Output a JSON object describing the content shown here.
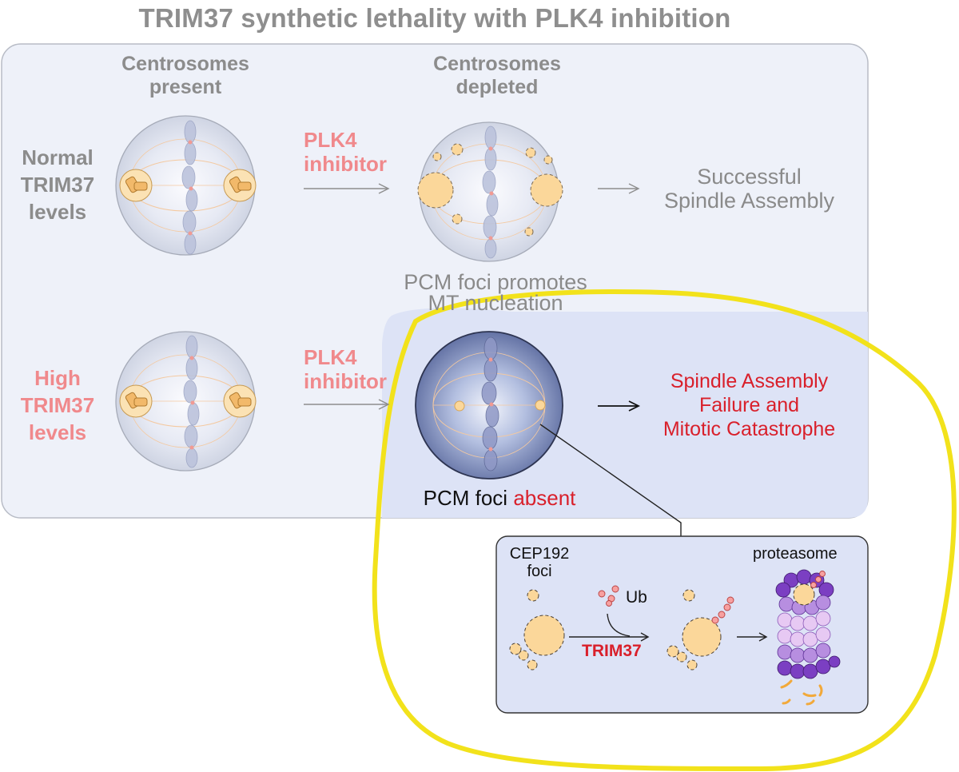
{
  "title": "TRIM37 synthetic lethality with PLK4 inhibition",
  "columns": {
    "left_header": [
      "Centrosomes",
      "present"
    ],
    "right_header": [
      "Centrosomes",
      "depleted"
    ]
  },
  "rows": [
    {
      "label": [
        "Normal",
        "TRIM37",
        "levels"
      ],
      "inhibitor": [
        "PLK4",
        "inhibitor"
      ],
      "outcome": [
        "Successful",
        "Spindle Assembly"
      ],
      "note": [
        "PCM foci promotes",
        "MT nucleation"
      ]
    },
    {
      "label": [
        "High",
        "TRIM37",
        "levels"
      ],
      "inhibitor": [
        "PLK4",
        "inhibitor"
      ],
      "outcome": [
        "Spindle Assembly",
        "Failure and",
        "Mitotic Catastrophe"
      ],
      "note_prefix": "PCM foci",
      "note_highlight": "absent"
    }
  ],
  "inset": {
    "foci_label": [
      "CEP192",
      "foci"
    ],
    "ub_label": "Ub",
    "enzyme_label": "TRIM37",
    "proteasome_label": "proteasome"
  },
  "colors": {
    "panel": "#eef1f9",
    "panel_border": "#b8bcc6",
    "highlight_panel": "#dde3f6",
    "highlight_outline": "#f2e21b",
    "pink": "#f0898c",
    "red": "#d9202b",
    "grey_text": "#8c8c8c",
    "pcm_fill": "#fbd79a",
    "proteasome_dark": "#7b3fc2",
    "proteasome_light": "#e7c9f3"
  }
}
